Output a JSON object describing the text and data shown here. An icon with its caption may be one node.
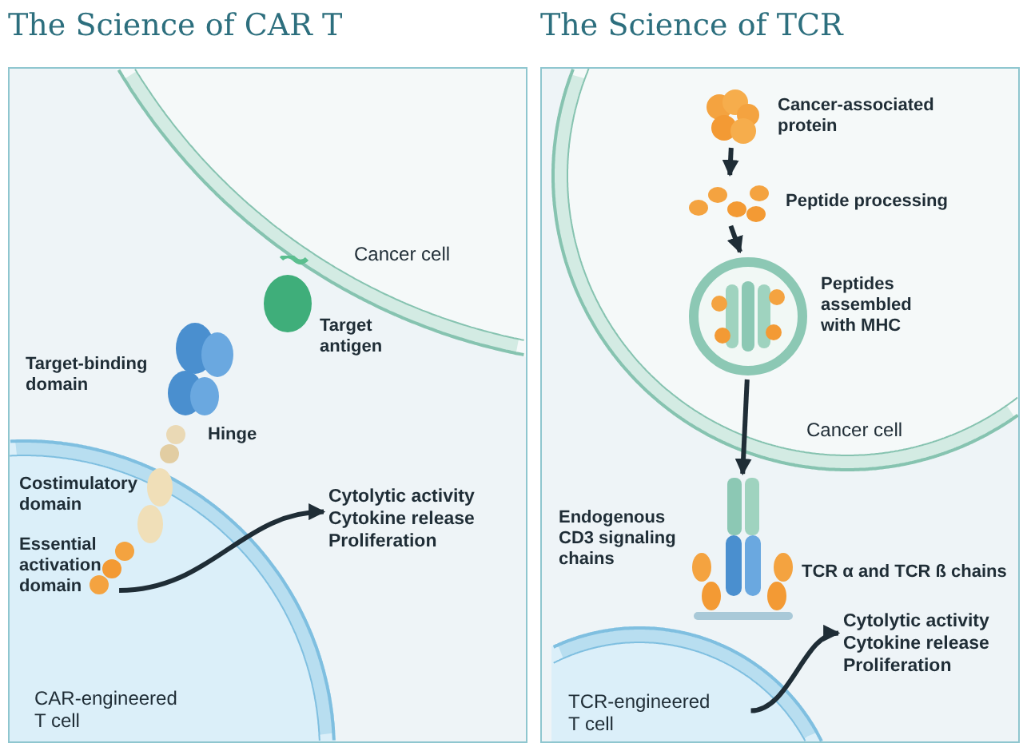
{
  "diagram": {
    "nodes": [
      {
        "text": [
          "The Science of CAR T"
        ]
      },
      {
        "text": [
          "Cancer cell"
        ],
        "in": 0
      },
      {
        "text": [
          "CAR-engineered T cell"
        ],
        "in": 0
      },
      {
        "text": [
          "Cytolytic activity Cytokine release Proliferation"
        ],
        "in": 0
      },
      {
        "text": [
          "The Science of TCR"
        ]
      },
      {
        "text": [
          "Cancer cell"
        ],
        "in": 4
      },
      {
        "text": [],
        "shape": "picture",
        "in": 5,
        "beside": [
          "Cancer-associated protein"
        ]
      },
      {
        "text": [],
        "shape": "picture",
        "in": 5,
        "beside": [
          "Peptide processing"
        ]
      },
      {
        "text": [],
        "shape": "picture",
        "in": 5,
        "beside": [
          "Peptides assembled with MHC"
        ]
      },
      {
        "text": [],
        "shape": "picture",
        "in": 4,
        "beside": [
          "Endogenous CD3 signaling chains",
          "TCR α and TCR ß chains"
        ]
      },
      {
        "text": [
          "TCR-engineered T cell"
        ],
        "in": 4
      },
      {
        "text": [
          "Cytolytic activity Cytokine release Proliferation"
        ],
        "in": 4
      }
    ],
    "edges": [
      {
        "from": 2,
        "to": 3,
        "arrow": "to"
      },
      {
        "from": 6,
        "to": 7,
        "arrow": "to"
      },
      {
        "from": 7,
        "to": 8,
        "arrow": "to"
      },
      {
        "from": 8,
        "to": 9,
        "arrow": "to"
      },
      {
        "from": 10,
        "to": 11,
        "arrow": "to"
      }
    ],
    "labels": [
      "Target antigen",
      "Target-binding domain",
      "Hinge",
      "Costimulatory domain",
      "Essential activation domain"
    ]
  }
}
